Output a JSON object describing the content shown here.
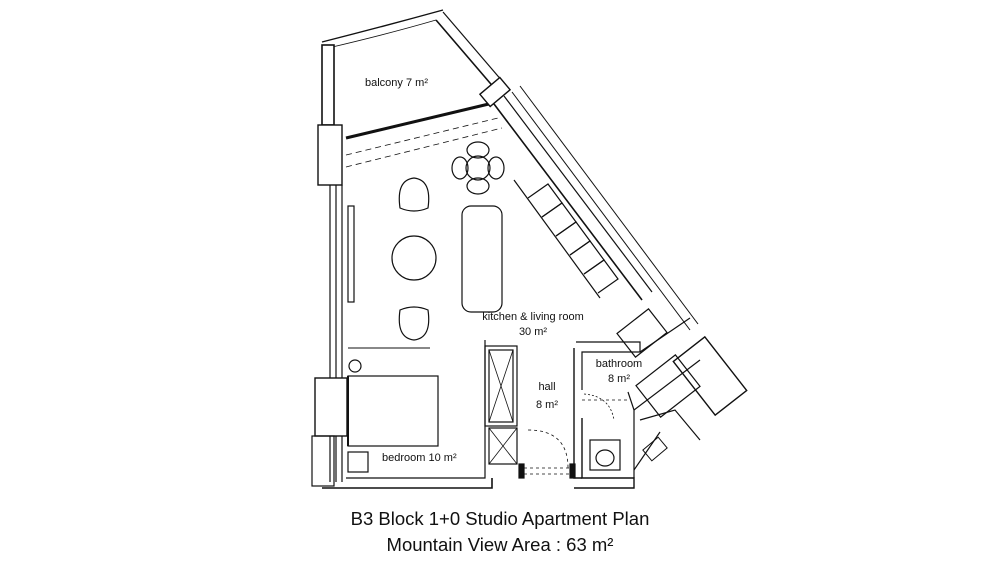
{
  "rooms": {
    "balcony": {
      "name": "balcony",
      "area": "7 m²"
    },
    "kitchen": {
      "name": "kitchen & living room",
      "area": "30 m²"
    },
    "bathroom": {
      "name": "bathroom",
      "area": "8 m²"
    },
    "hall": {
      "name": "hall",
      "area": "8 m²"
    },
    "bedroom": {
      "name": "bedroom",
      "area": "10 m²"
    }
  },
  "caption": {
    "title": "B3 Block 1+0 Studio Apartment Plan",
    "subtitle": "Mountain View Area : 63 m²"
  }
}
